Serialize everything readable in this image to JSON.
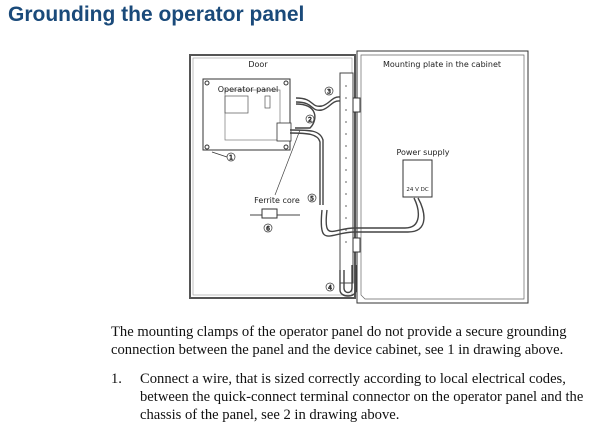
{
  "heading": "Grounding the operator panel",
  "figure": {
    "door_label": "Door",
    "plate_label": "Mounting plate in the cabinet",
    "panel_label": "Operator panel",
    "power_label": "Power supply",
    "psu_text": "24 V DC",
    "ferrite_label": "Ferrite core",
    "callouts": [
      "1",
      "2",
      "3",
      "4",
      "5",
      "6"
    ]
  },
  "paragraph": "The mounting clamps of the operator panel do not provide a secure grounding connection between the panel and the device cabinet, see 1 in drawing above.",
  "steps": [
    {
      "number": "1.",
      "text": "Connect a wire, that is sized correctly according to local electrical codes, between the quick-connect terminal connector on the operator panel and the chassis of the panel, see 2 in drawing above."
    }
  ]
}
